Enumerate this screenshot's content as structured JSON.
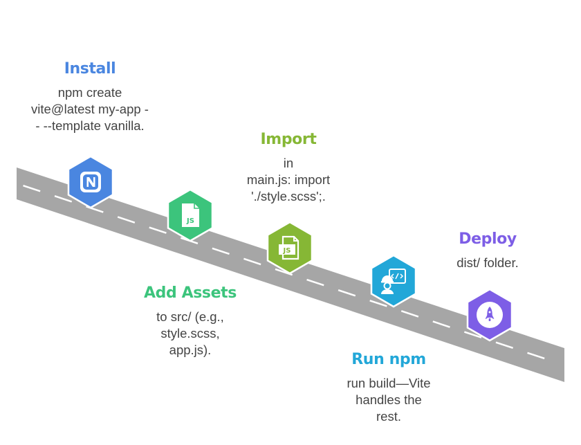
{
  "diagram": {
    "type": "roadmap",
    "road": {
      "color": "#a6a6a6",
      "dash_color": "#ffffff"
    },
    "steps": [
      {
        "title": "Install",
        "description": "npm create\nvite@latest my-app -\n- --template vanilla.",
        "color": "#4a86e0",
        "icon": "nativescript-icon",
        "text_position": "above"
      },
      {
        "title": "Add Assets",
        "description": "to src/ (e.g.,\nstyle.scss,\napp.js).",
        "color": "#3cc47c",
        "icon": "js-file-icon",
        "text_position": "below"
      },
      {
        "title": "Import",
        "description": "in\nmain.js: import\n'./style.scss';.",
        "color": "#86b735",
        "icon": "js-file-stack-icon",
        "text_position": "above"
      },
      {
        "title": "Run npm",
        "description": "run build—Vite\nhandles the\nrest.",
        "color": "#22a7d8",
        "icon": "developer-code-icon",
        "text_position": "below"
      },
      {
        "title": "Deploy",
        "description": "dist/ folder.",
        "color": "#7d5ee6",
        "icon": "rocket-icon",
        "text_position": "above"
      }
    ]
  }
}
